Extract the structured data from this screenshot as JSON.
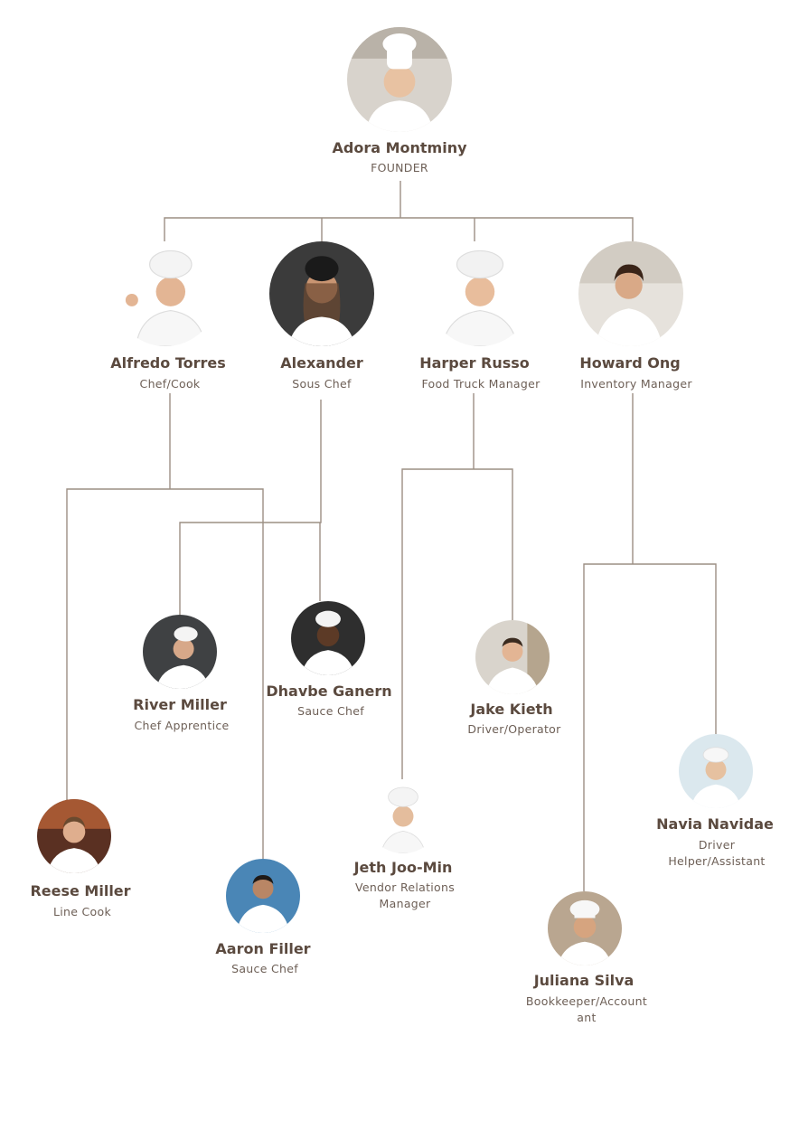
{
  "founder": {
    "name": "Adora Montminy",
    "role": "FOUNDER"
  },
  "managers": [
    {
      "name": "Alfredo Torres",
      "role": "Chef/Cook"
    },
    {
      "name": "Alexander",
      "role": "Sous Chef"
    },
    {
      "name": "Harper Russo",
      "role": "Food Truck Manager"
    },
    {
      "name": "Howard Ong",
      "role": "Inventory Manager"
    }
  ],
  "staff": [
    {
      "name": "River Miller",
      "role": "Chef Apprentice"
    },
    {
      "name": "Dhavbe Ganern",
      "role": "Sauce Chef"
    },
    {
      "name": "Jake Kieth",
      "role": "Driver/Operator"
    },
    {
      "name": "Navia Navidae",
      "role_line1": "Driver",
      "role_line2": "Helper/Assistant"
    },
    {
      "name": "Reese Miller",
      "role": "Line Cook"
    },
    {
      "name": "Jeth Joo-Min",
      "role_line1": "Vendor Relations",
      "role_line2": "Manager"
    },
    {
      "name": "Aaron Filler",
      "role": "Sauce Chef"
    },
    {
      "name": "Juliana Silva",
      "role_line1": "Bookkeeper/Account",
      "role_line2": "ant"
    }
  ],
  "colors": {
    "line": "#9c8f84",
    "name": "#5b4a3f",
    "role": "#6d5f56"
  },
  "icons": {
    "portrait": "chef-portrait-icon"
  }
}
